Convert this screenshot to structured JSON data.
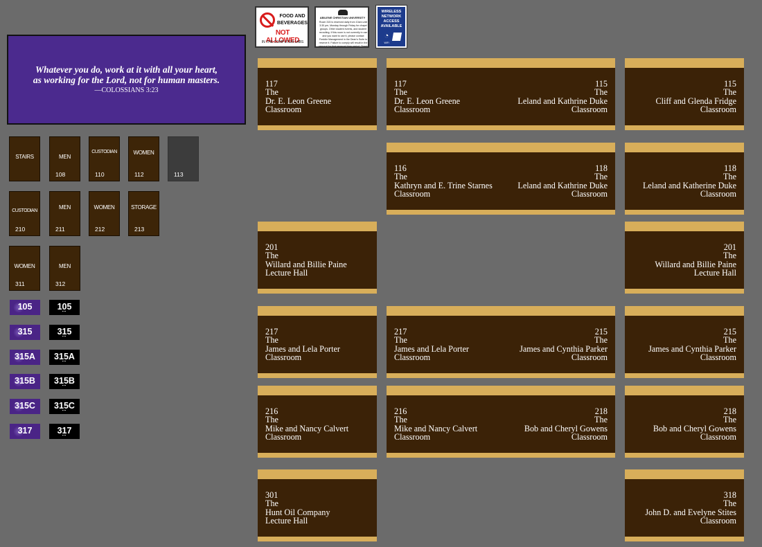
{
  "top_signs": {
    "food": {
      "line1": "FOOD AND",
      "line2": "BEVERAGES",
      "headline": "NOT ALLOWED",
      "footer": "IN THE COMPUTER LABS",
      "icon": "no-food-drink-icon",
      "accent": "#d81c1c"
    },
    "notice": {
      "logo": "university-seal-icon",
      "heading": "ABILENE CHRISTIAN UNIVERSITY",
      "body": "Room 315 is reserved daily from 10am until 3:30 pm, Monday through Friday for chapel groups. Other student events, and student recruiting. If this room is not currently in use and you want to use it, please contact Freddie Management in the Dean's Suite to reserve it. Failure to comply will result in the removal for that reserved time period. Thank you!"
    },
    "wifi": {
      "line1": "WIRELESS",
      "line2": "NETWORK",
      "line3": "ACCESS",
      "line4": "AVAILABLE",
      "icon": "wifi-icon",
      "small": "WiFi",
      "bg": "#1d3b8c"
    }
  },
  "verse": {
    "line1": "Whatever you do, work at it with all your heart,",
    "line2": "as working for the Lord, not for human masters.",
    "ref": "—COLOSSIANS 3:23",
    "bg": "#4b2a8e"
  },
  "small_signs": [
    {
      "label": "STAIRS",
      "number": ""
    },
    {
      "label": "MEN",
      "number": "108"
    },
    {
      "label": "CUSTODIAN",
      "number": "110"
    },
    {
      "label": "WOMEN",
      "number": "112"
    },
    {
      "label": "",
      "number": "113"
    },
    {
      "label": "CUSTODIAN",
      "number": "210"
    },
    {
      "label": "MEN",
      "number": "211"
    },
    {
      "label": "WOMEN",
      "number": "212"
    },
    {
      "label": "STORAGE",
      "number": "213"
    },
    {
      "label": "WOMEN",
      "number": "311"
    },
    {
      "label": "MEN",
      "number": "312"
    }
  ],
  "plates": [
    {
      "purple": "105",
      "black": "105"
    },
    {
      "purple": "315",
      "black": "315"
    },
    {
      "purple": "315A",
      "black": "315A"
    },
    {
      "purple": "315B",
      "black": "315B"
    },
    {
      "purple": "315C",
      "black": "315C"
    },
    {
      "purple": "317",
      "black": "317"
    }
  ],
  "room_signs": {
    "r117": {
      "num": "117",
      "the": "The",
      "name": "Dr. E. Leon Greene",
      "type": "Classroom"
    },
    "d117": {
      "left": {
        "num": "117",
        "the": "The",
        "name": "Dr. E. Leon Greene",
        "type": "Classroom"
      },
      "right": {
        "num": "115",
        "the": "The",
        "name": "Leland and Kathrine Duke",
        "type": "Classroom"
      }
    },
    "r115": {
      "num": "115",
      "the": "The",
      "name": "Cliff and Glenda Fridge",
      "type": "Classroom"
    },
    "d116": {
      "left": {
        "num": "116",
        "the": "The",
        "name": "Kathryn and E. Trine Starnes",
        "type": "Classroom"
      },
      "right": {
        "num": "118",
        "the": "The",
        "name": "Leland and Kathrine Duke",
        "type": "Classroom"
      }
    },
    "r118": {
      "num": "118",
      "the": "The",
      "name": "Leland and Katherine Duke",
      "type": "Classroom"
    },
    "r201l": {
      "num": "201",
      "the": "The",
      "name": "Willard and Billie Paine",
      "type": "Lecture Hall"
    },
    "r201r": {
      "num": "201",
      "the": "The",
      "name": "Willard and Billie Paine",
      "type": "Lecture Hall"
    },
    "r217": {
      "num": "217",
      "the": "The",
      "name": "James and Lela Porter",
      "type": "Classroom"
    },
    "d217": {
      "left": {
        "num": "217",
        "the": "The",
        "name": "James and Lela Porter",
        "type": "Classroom"
      },
      "right": {
        "num": "215",
        "the": "The",
        "name": "James and Cynthia Parker",
        "type": "Classroom"
      }
    },
    "r215": {
      "num": "215",
      "the": "The",
      "name": "James and Cynthia Parker",
      "type": "Classroom"
    },
    "r216": {
      "num": "216",
      "the": "The",
      "name": "Mike and Nancy Calvert",
      "type": "Classroom"
    },
    "d216": {
      "left": {
        "num": "216",
        "the": "The",
        "name": "Mike and Nancy Calvert",
        "type": "Classroom"
      },
      "right": {
        "num": "218",
        "the": "The",
        "name": "Bob and Cheryl Gowens",
        "type": "Classroom"
      }
    },
    "r218": {
      "num": "218",
      "the": "The",
      "name": "Bob and Cheryl Gowens",
      "type": "Classroom"
    },
    "r301": {
      "num": "301",
      "the": "The",
      "name": "Hunt Oil Company",
      "type": "Lecture Hall"
    },
    "r318": {
      "num": "318",
      "the": "The",
      "name": "John D. and Evelyne Stites",
      "type": "Classroom"
    }
  },
  "colors": {
    "background": "#6b6b6b",
    "sign_brown": "#3b2207",
    "sign_gold": "#d8ae5a"
  }
}
